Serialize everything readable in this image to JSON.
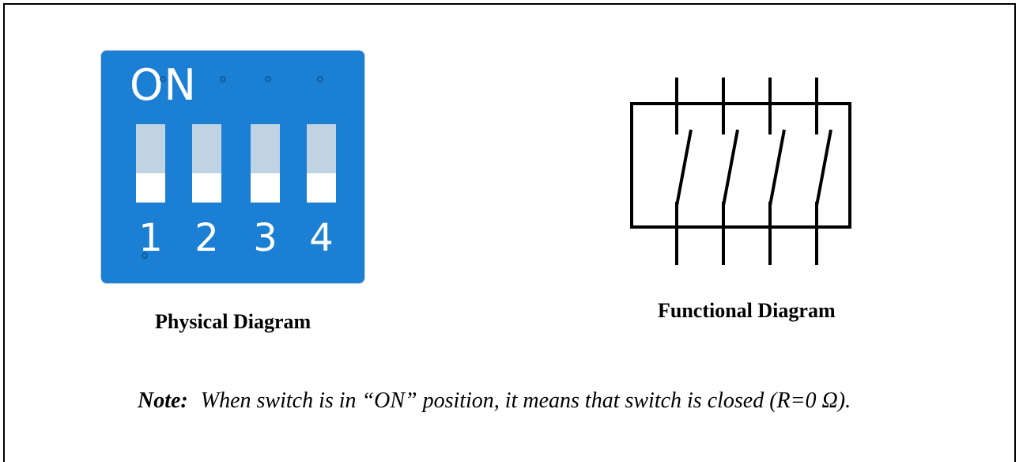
{
  "physical": {
    "on_label": "ON",
    "switch_numbers": [
      "1",
      "2",
      "3",
      "4"
    ],
    "caption": "Physical Diagram",
    "colors": {
      "body": "#1b7fd3",
      "slot": "#bfd3e3",
      "knob": "#ffffff"
    }
  },
  "functional": {
    "caption": "Functional Diagram",
    "switch_count": 4
  },
  "note": {
    "label": "Note:",
    "text": "When switch is in “ON” position, it means that switch is closed (R=0 Ω)."
  }
}
